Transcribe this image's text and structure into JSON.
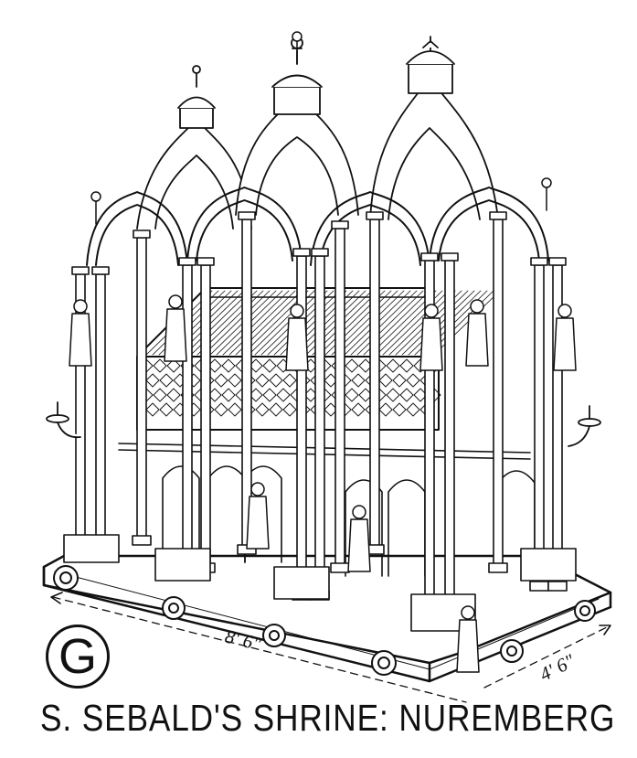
{
  "plate": {
    "letter": "G",
    "caption": "S. SEBALD'S SHRINE: NUREMBERG"
  },
  "dimensions": {
    "length": "8' 6\"",
    "width": "4' 6\""
  },
  "colors": {
    "ink": "#111111",
    "paper": "#ffffff"
  }
}
